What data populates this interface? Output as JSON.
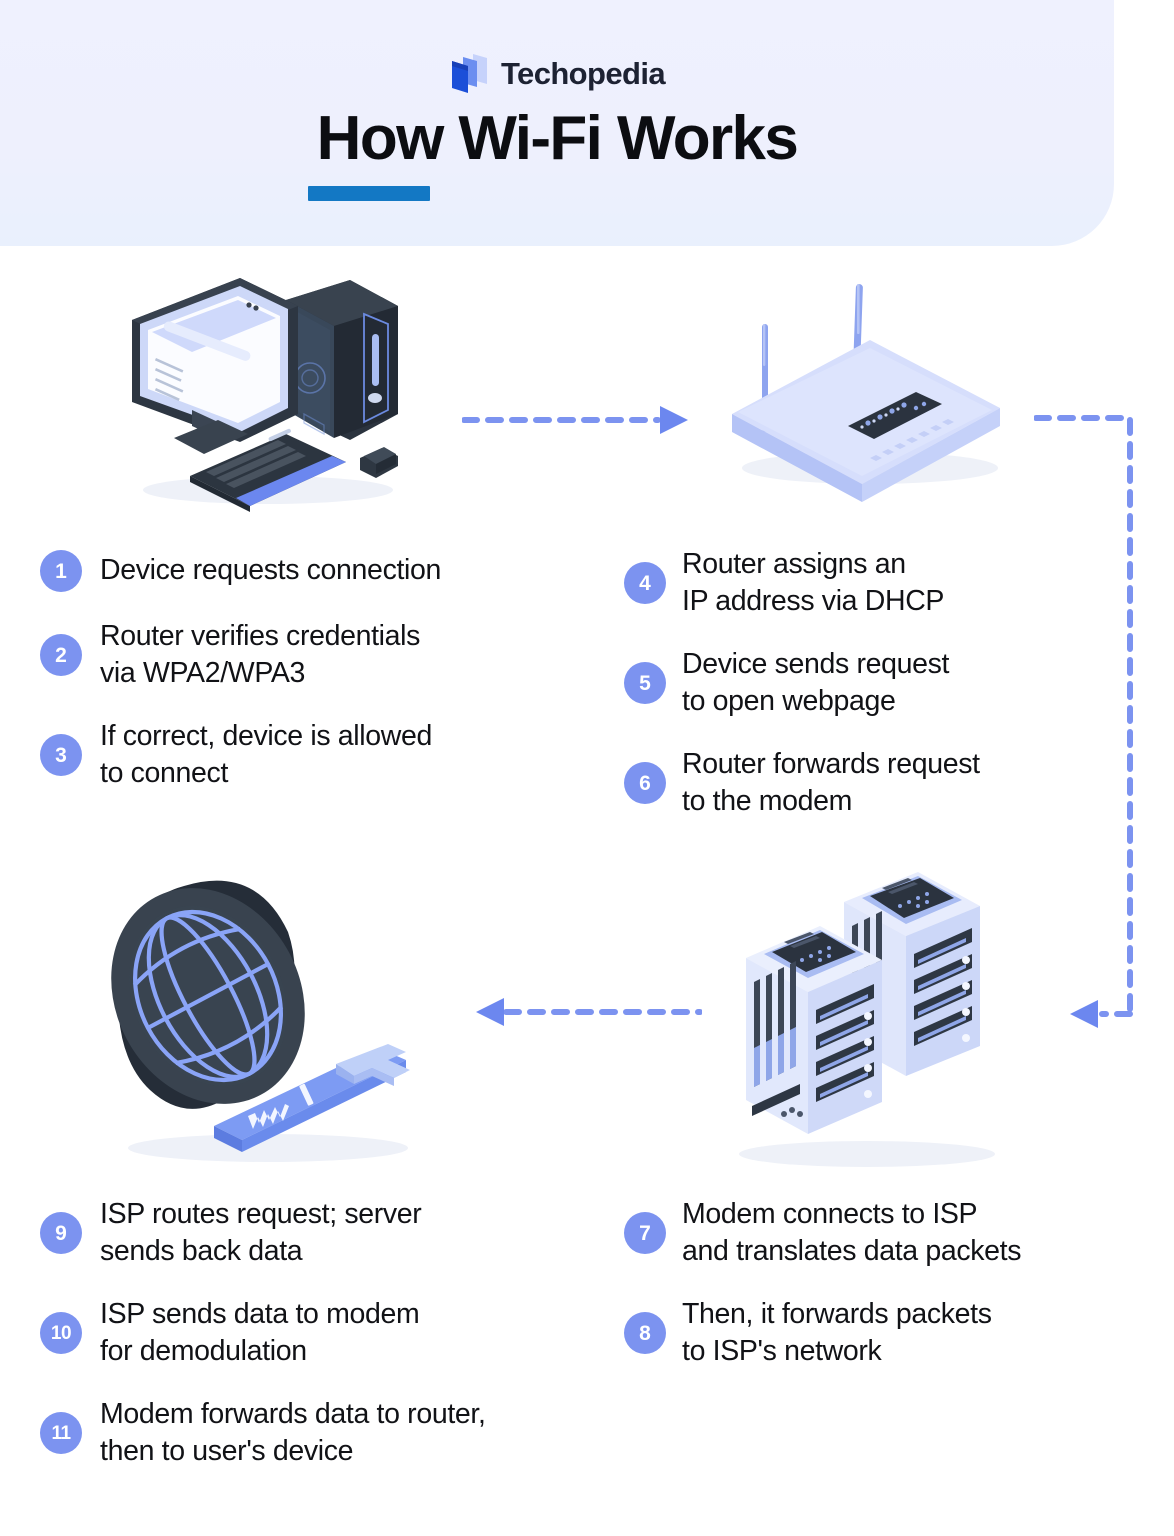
{
  "header": {
    "brand": "Techopedia",
    "logo_icon": "techopedia-layers-logo",
    "title": "How Wi-Fi Works",
    "accent_color": "#1378c4",
    "band_color": "#eff1fe"
  },
  "theme": {
    "badge_color": "#7c93f0",
    "arrow_color": "#7c93f0",
    "text_color": "#111216",
    "illustration_light_blue": "#c3cdf7",
    "illustration_dark": "#2f3945"
  },
  "illustrations": [
    {
      "name": "desktop-computer-illustration",
      "label": "Desktop computer with monitor, tower, keyboard and mouse"
    },
    {
      "name": "wifi-router-illustration",
      "label": "Wi-Fi router with two antennas"
    },
    {
      "name": "internet-globe-illustration",
      "label": "Internet globe with WWW address bar and cursor"
    },
    {
      "name": "server-racks-illustration",
      "label": "Two ISP server racks"
    }
  ],
  "connectors": [
    {
      "name": "arrow-computer-to-router",
      "direction": "right",
      "style": "dashed"
    },
    {
      "name": "arrow-router-to-servers",
      "direction": "down-left",
      "style": "dashed"
    },
    {
      "name": "arrow-servers-to-globe",
      "direction": "left",
      "style": "dashed"
    }
  ],
  "steps_top_left": [
    {
      "num": "1",
      "text": "Device requests connection"
    },
    {
      "num": "2",
      "text": "Router verifies credentials\nvia WPA2/WPA3"
    },
    {
      "num": "3",
      "text": "If correct, device is allowed\nto connect"
    }
  ],
  "steps_top_right": [
    {
      "num": "4",
      "text": "Router assigns an\nIP address via DHCP"
    },
    {
      "num": "5",
      "text": "Device sends request\nto open webpage"
    },
    {
      "num": "6",
      "text": "Router forwards request\nto the modem"
    }
  ],
  "steps_bottom_left": [
    {
      "num": "9",
      "text": "ISP routes request; server\nsends back data"
    },
    {
      "num": "10",
      "text": "ISP sends data to modem\nfor demodulation"
    },
    {
      "num": "11",
      "text": "Modem forwards data to router,\nthen to user's device"
    }
  ],
  "steps_bottom_right": [
    {
      "num": "7",
      "text": "Modem connects to ISP\nand translates data packets"
    },
    {
      "num": "8",
      "text": "Then, it forwards packets\nto ISP's network"
    }
  ]
}
